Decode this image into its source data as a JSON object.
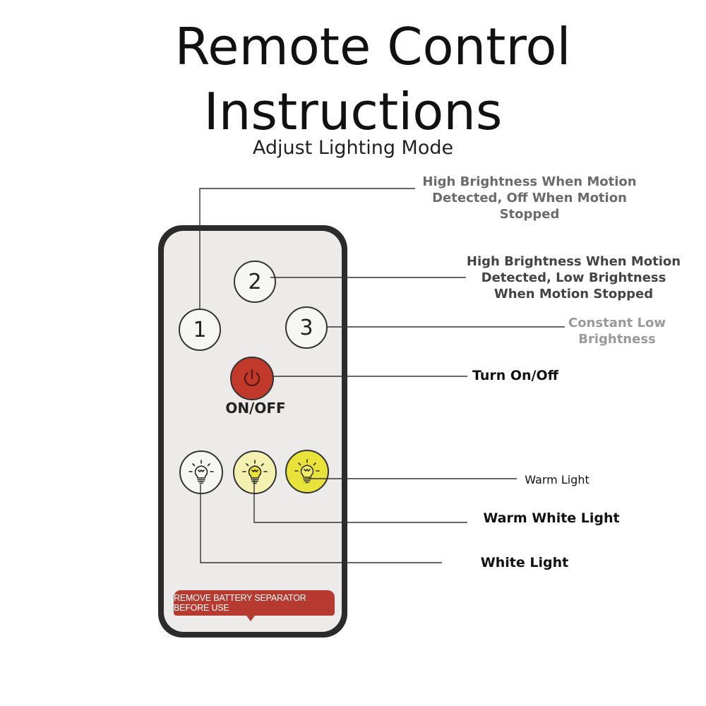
{
  "title": {
    "line1": "Remote Control",
    "line2": "Instructions"
  },
  "subtitle": "Adjust Lighting Mode",
  "annotations": {
    "mode1": {
      "line1": "High Brightness When Motion",
      "line2": "Detected, Off When Motion",
      "line3": "Stopped"
    },
    "mode2": {
      "line1": "High Brightness When Motion",
      "line2": "Detected, Low Brightness",
      "line3": "When Motion Stopped"
    },
    "mode3": {
      "line1": "Constant Low",
      "line2": "Brightness"
    },
    "power": "Turn On/Off",
    "warm": "Warm Light",
    "warm_white": "Warm White Light",
    "white": "White Light"
  },
  "remote": {
    "buttons": {
      "b1": "1",
      "b2": "2",
      "b3": "3"
    },
    "power_label": "ON/OFF",
    "battery_banner": "REMOVE BATTERY SEPARATOR BEFORE USE"
  },
  "colors": {
    "power_button": "#c0392b",
    "warm_button": "#e8e23a",
    "warm_white_button": "#f3f0b0",
    "white_button": "#f6f6f4",
    "banner": "#b73a30"
  },
  "icons": {
    "power": "power-icon",
    "bulb": "lightbulb-icon",
    "arrow": "arrow-down-icon"
  }
}
